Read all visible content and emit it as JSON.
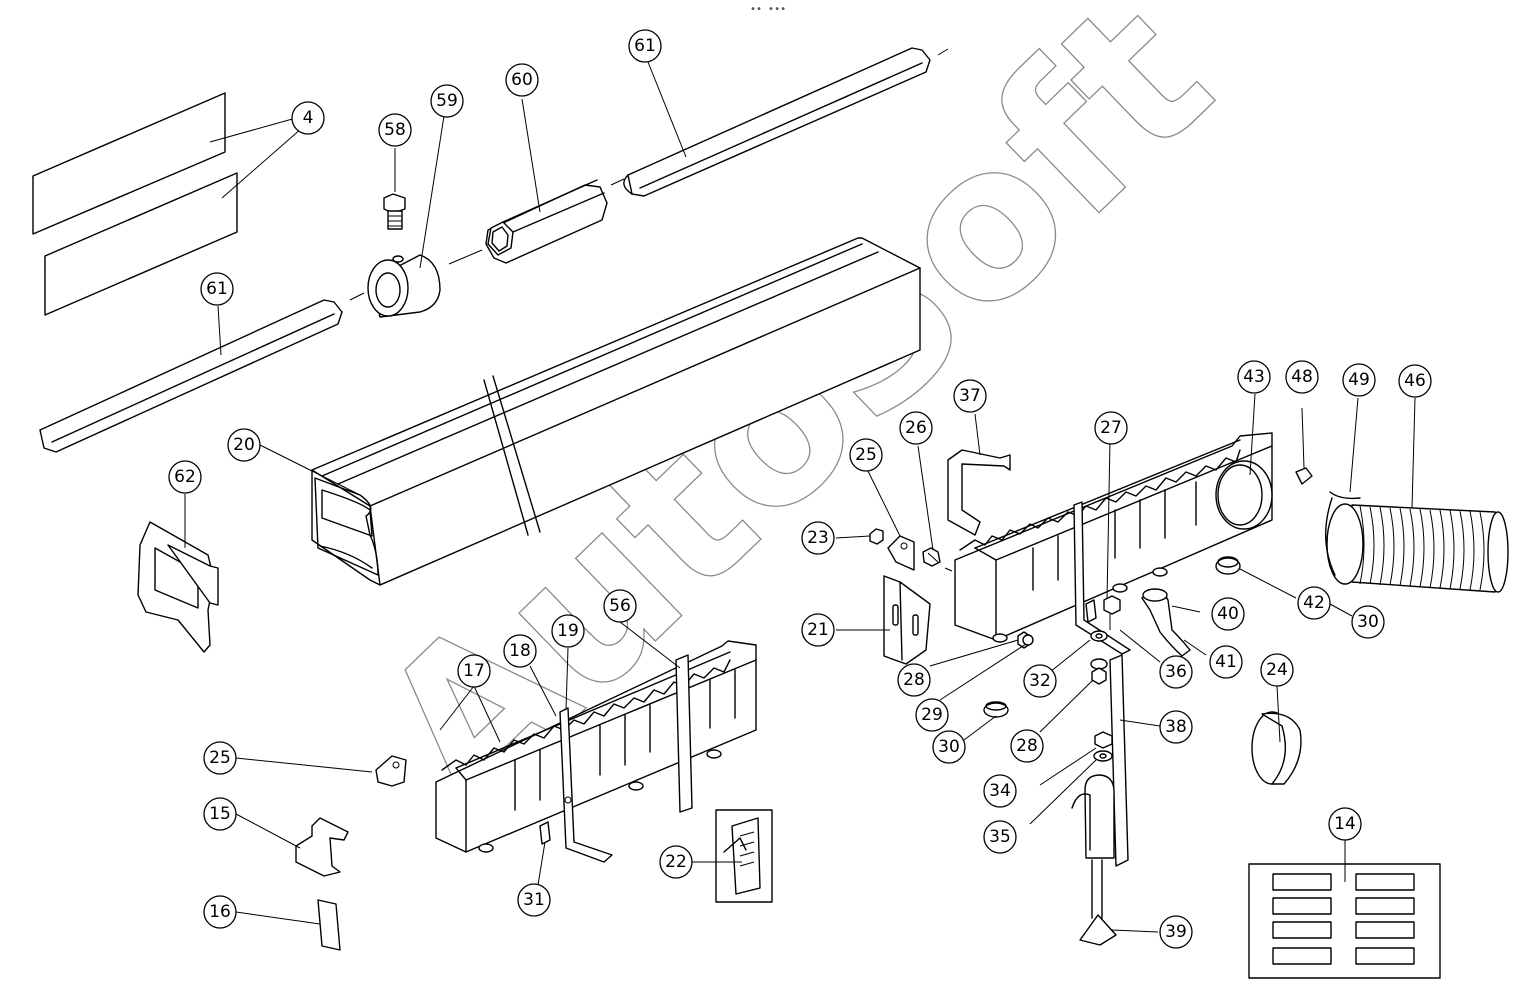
{
  "loading_indicator": "•• •••",
  "watermark": "AutoSoft",
  "callouts": [
    "4",
    "58",
    "59",
    "60",
    "61",
    "61",
    "62",
    "20",
    "25",
    "23",
    "26",
    "37",
    "27",
    "43",
    "48",
    "49",
    "46",
    "21",
    "28",
    "29",
    "30",
    "32",
    "28",
    "36",
    "40",
    "41",
    "42",
    "30",
    "24",
    "38",
    "34",
    "35",
    "39",
    "17",
    "18",
    "19",
    "56",
    "25",
    "15",
    "16",
    "31",
    "22",
    "14"
  ]
}
